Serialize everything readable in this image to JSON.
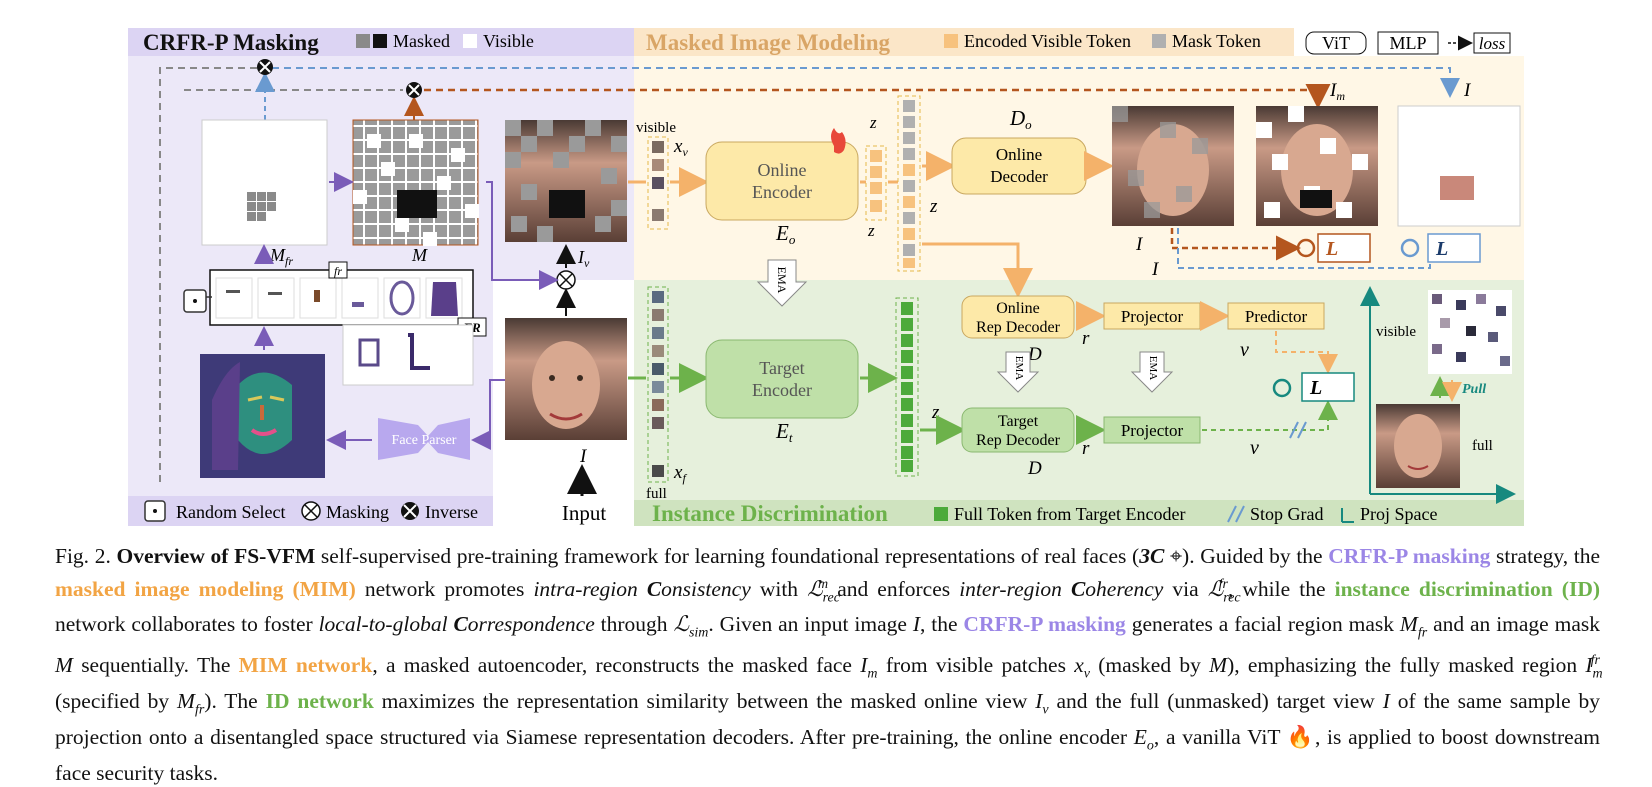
{
  "figure": {
    "crfr_header": {
      "title": "CRFR-P Masking",
      "legend_masked": "Masked",
      "legend_visible": "Visible"
    },
    "mim_header": {
      "title": "Masked Image Modeling",
      "legend_encoded": "Encoded Visible Token",
      "legend_mask": "Mask Token"
    },
    "top_legend": {
      "vit": "ViT",
      "mlp": "MLP",
      "loss": "loss"
    },
    "id_footer": {
      "title": "Instance Discrimination",
      "legend_full_token": "Full Token from Target Encoder",
      "legend_stop_grad": "Stop Grad",
      "legend_proj_space": "Proj Space"
    },
    "crfr_footer": {
      "random_select": "Random Select",
      "masking": "Masking",
      "inverse": "Inverse"
    },
    "labels": {
      "m_fr": "M",
      "m_fr_sub": "fr",
      "m": "M",
      "fr_small": "fr",
      "fr_big": "FR",
      "face_parser": "Face Parser",
      "i_v": "I",
      "i_v_sub": "v",
      "i": "I",
      "input": "Input",
      "visible": "visible",
      "full": "full",
      "x_v": "x",
      "x_v_sub": "v",
      "x_f": "x",
      "x_f_sub": "f",
      "online_encoder_1": "Online",
      "online_encoder_2": "Encoder",
      "e_o": "E",
      "e_o_sub": "o",
      "ema": "EMA",
      "target_encoder_1": "Target",
      "target_encoder_2": "Encoder",
      "e_t": "E",
      "e_t_sub": "t",
      "z_o_m": "z",
      "z_o_v": "z",
      "z_o_f": "z",
      "z_t_f": "z",
      "d_o": "D",
      "d_o_sub": "o",
      "online_decoder_1": "Online",
      "online_decoder_2": "Decoder",
      "i_m": "I",
      "i_m_sub": "m",
      "i_m_fr": "I",
      "i_m_prime": "I",
      "i_m_fr_prime": "I",
      "l_rec_m": "L",
      "l_rec_fr": "L",
      "online_rep_1": "Online",
      "online_rep_2": "Rep Decoder",
      "target_rep_1": "Target",
      "target_rep_2": "Rep Decoder",
      "d_o_r": "D",
      "d_t_r": "D",
      "r_o": "r",
      "r_t": "r",
      "projector": "Projector",
      "predictor": "Predictor",
      "v_o_p": "v",
      "v_t": "v",
      "l_sim": "L",
      "visible_right": "visible",
      "full_right": "full",
      "pull": "Pull"
    }
  },
  "caption": {
    "fig_label": "Fig. 2.",
    "title_bold": "Overview of FS-VFM",
    "s1": " self-supervised pre-training framework for learning foundational representations of real faces (",
    "threec": "3C",
    "s2": "). Guided by the ",
    "crfr_1": "CRFR-P masking",
    "s3": " strategy, the ",
    "mim_1": "masked image modeling (MIM)",
    "s4": " network promotes ",
    "intra": "intra-region",
    "consistency": "C",
    "consistency_rest": "onsistency",
    "s5": " with ",
    "s6": " and enforces ",
    "inter": "inter-region",
    "coherency": "C",
    "coherency_rest": "oherency",
    "s7": " via ",
    "s8": ", while the ",
    "id_1": "instance discrimination (ID)",
    "s9": " network collaborates to foster ",
    "local": "local-to-global",
    "correspondence": "C",
    "correspondence_rest": "orrespondence",
    "s10": " through ",
    "s11": ". Given an input image ",
    "s12": ", the ",
    "crfr_2": "CRFR-P masking",
    "s13": " generates a facial region mask ",
    "s14": " and an image mask ",
    "s15": " sequentially. The ",
    "mim_2": "MIM network",
    "s16": ", a masked autoencoder, reconstructs the masked face ",
    "s17": " from visible patches ",
    "s18": " (masked by ",
    "s19": "), emphasizing the fully masked region ",
    "s20": " (specified by ",
    "s21": "). The ",
    "id_2": "ID network",
    "s22": " maximizes the representation similarity between the masked online view ",
    "s23": " and the full (unmasked) target view ",
    "s24": " of the same sample by projection onto a disentangled space structured via Siamese representation decoders. After pre-training, the online encoder ",
    "s25": ", a vanilla ViT ",
    "s26": ", is applied to boost downstream face security tasks.",
    "math_l_rec_m": "ℒ",
    "math_l_rec_fr": "ℒ",
    "math_l_sim": "ℒ",
    "math_i": "I",
    "math_mfr": "M",
    "math_m": "M",
    "math_im": "I",
    "math_xv": "x",
    "math_imfr": "I",
    "math_iv": "I",
    "math_eo": "E",
    "sub_rec": "rec",
    "sup_m": "m",
    "sup_fr": "fr",
    "sub_sim": "sim",
    "sub_fr": "fr",
    "sub_m": "m",
    "sub_v": "v",
    "sub_o": "o"
  },
  "colors": {
    "purple_bg": "#ece8f8",
    "purple_header": "#dcd4f3",
    "orange_bg": "#fff7e6",
    "orange_header": "#fbe6c8",
    "green_bg": "#e6f0dc",
    "green_footer": "#cfe3bf",
    "purple_text": "#9b86e6",
    "orange_text": "#f2a444",
    "green_text": "#6db24b",
    "orange_box": "#fde9a8",
    "green_box": "#bfe0a8",
    "loss_red": "#b4561e",
    "loss_blue": "#6a9ad0",
    "teal": "#17897f"
  }
}
